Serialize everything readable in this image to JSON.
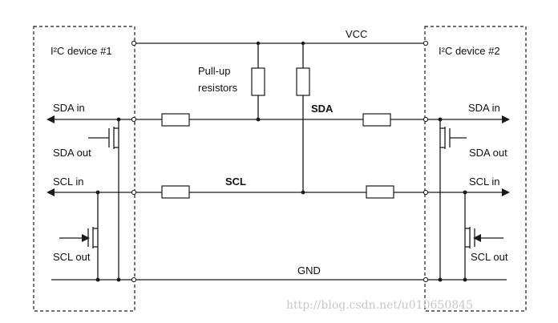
{
  "devices": [
    {
      "label": "I²C device #1"
    },
    {
      "label": "I²C device #2"
    }
  ],
  "rails": {
    "vcc": "VCC",
    "gnd": "GND"
  },
  "bus": {
    "sda": "SDA",
    "scl": "SCL"
  },
  "pullup": {
    "line1": "Pull-up",
    "line2": "resistors"
  },
  "signals": {
    "left_sda_in": "SDA in",
    "left_sda_out": "SDA out",
    "left_scl_in": "SCL in",
    "left_scl_out": "SCL out",
    "right_sda_in": "SDA in",
    "right_sda_out": "SDA out",
    "right_scl_in": "SCL in",
    "right_scl_out": "SCL out"
  },
  "watermark": "http://blog.csdn.net/u010650845",
  "colors": {
    "line": "#1a1a1a",
    "watermark": "#c8c8c8"
  }
}
